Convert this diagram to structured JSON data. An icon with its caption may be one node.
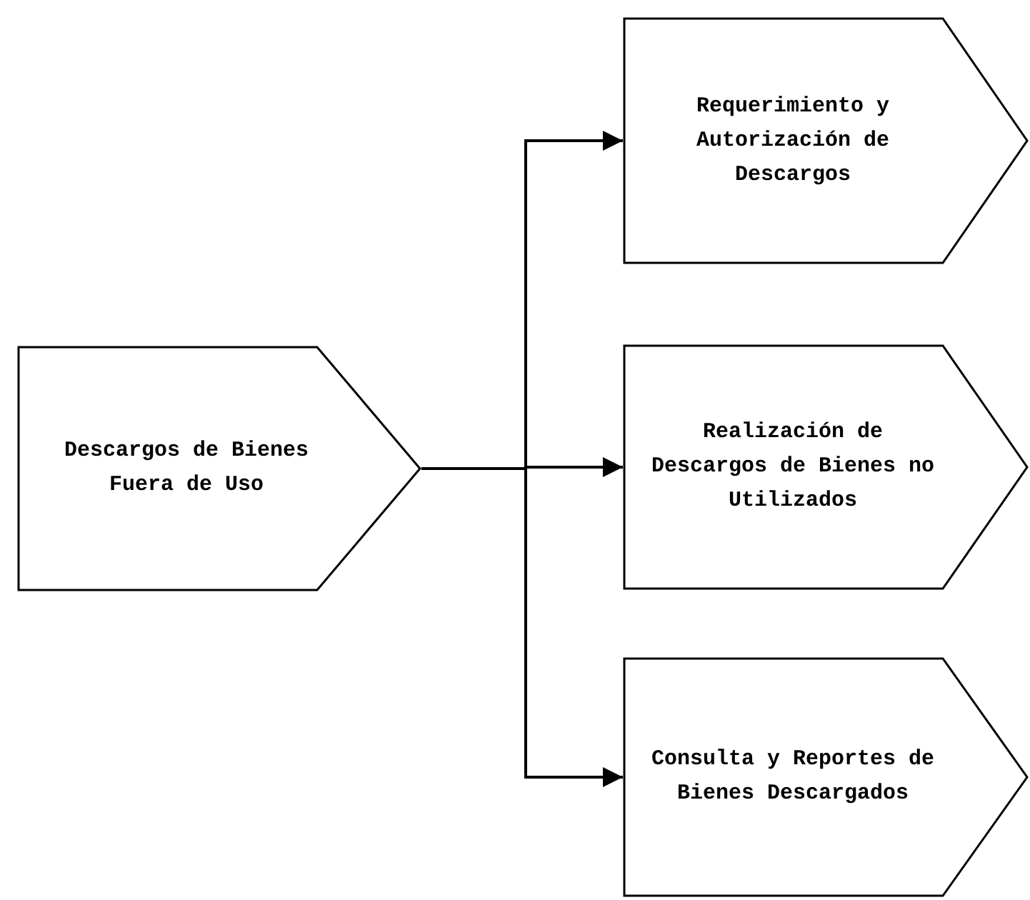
{
  "diagram": {
    "nodes": [
      {
        "text": [
          "Descargos de Bienes Fuera de Uso"
        ]
      },
      {
        "text": [
          "Requerimiento y Autorización de Descargos"
        ]
      },
      {
        "text": [
          "Realización de Descargos de Bienes no Utilizados"
        ]
      },
      {
        "text": [
          "Consulta y Reportes de Bienes Descargados"
        ]
      }
    ],
    "edges": [
      {
        "from": 0,
        "to": 1,
        "arrow": "to"
      },
      {
        "from": 0,
        "to": 2,
        "arrow": "to"
      },
      {
        "from": 0,
        "to": 3,
        "arrow": "to"
      }
    ]
  }
}
